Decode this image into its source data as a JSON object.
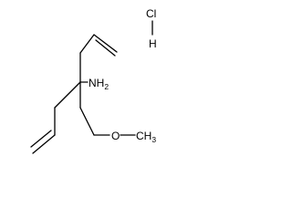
{
  "molecule": {
    "amine": {
      "symbol": "NH",
      "subscript": "2"
    },
    "ether": {
      "symbol": "O"
    },
    "methyl": {
      "symbol": "CH",
      "subscript": "3"
    },
    "salt_acid": {
      "symbol": "HCl"
    },
    "salt_hydrogen": {
      "symbol": "H"
    },
    "salt_chlorine": {
      "symbol": "Cl"
    }
  }
}
